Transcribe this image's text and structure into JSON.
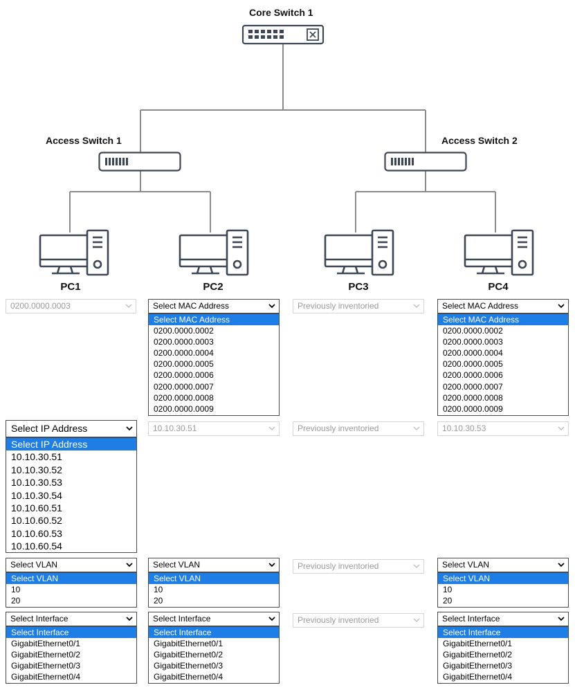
{
  "devices": {
    "core_switch": "Core Switch 1",
    "access_switch_1": "Access Switch 1",
    "access_switch_2": "Access Switch 2",
    "pcs": [
      "PC1",
      "PC2",
      "PC3",
      "PC4"
    ]
  },
  "mac_row": {
    "pc1_value": "0200.0000.0003",
    "pc2_value": "Select MAC Address",
    "pc3_value": "Previously inventoried",
    "pc4_value": "Select MAC Address",
    "options": [
      "Select MAC Address",
      "0200.0000.0002",
      "0200.0000.0003",
      "0200.0000.0004",
      "0200.0000.0005",
      "0200.0000.0006",
      "0200.0000.0007",
      "0200.0000.0008",
      "0200.0000.0009"
    ]
  },
  "ip_row": {
    "pc1_value": "Select IP Address",
    "pc2_value": "10.10.30.51",
    "pc3_value": "Previously inventoried",
    "pc4_value": "10.10.30.53",
    "options": [
      "Select IP Address",
      "10.10.30.51",
      "10.10.30.52",
      "10.10.30.53",
      "10.10.30.54",
      "10.10.60.51",
      "10.10.60.52",
      "10.10.60.53",
      "10.10.60.54"
    ]
  },
  "vlan_row": {
    "pc1_value": "Select VLAN",
    "pc2_value": "Select VLAN",
    "pc3_value": "Previously inventoried",
    "pc4_value": "Select VLAN",
    "options": [
      "Select VLAN",
      "10",
      "20"
    ]
  },
  "interface_row": {
    "pc1_value": "Select Interface",
    "pc2_value": "Select Interface",
    "pc3_value": "Previously inventoried",
    "pc4_value": "Select Interface",
    "options": [
      "Select Interface",
      "GigabitEthernet0/1",
      "GigabitEthernet0/2",
      "GigabitEthernet0/3",
      "GigabitEthernet0/4"
    ]
  },
  "colors": {
    "highlight": "#1e7ee6",
    "line": "#8a8a8a",
    "disabled_text": "#9a9a9a",
    "device_stroke": "#3d4654"
  },
  "icons": [
    "switch-icon",
    "computer-icon",
    "chevron-down-icon"
  ]
}
